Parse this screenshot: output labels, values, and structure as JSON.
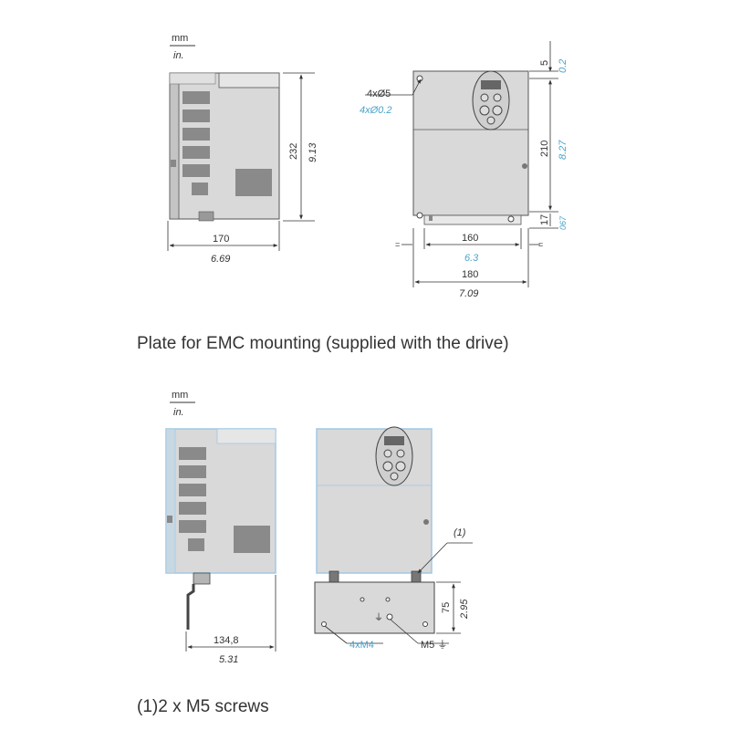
{
  "units": {
    "metric": "mm",
    "imperial": "in."
  },
  "drawing1": {
    "side": {
      "width_mm": "170",
      "width_in": "6.69",
      "height_mm": "232",
      "height_in": "9.13"
    },
    "front": {
      "holes_mm": "4xØ5",
      "holes_in": "4xØ0.2",
      "top_mm": "5",
      "top_in": "0.2",
      "mid_mm": "210",
      "mid_in": "8.27",
      "bot_mm": "17",
      "bot_in": "067",
      "inner_w_mm": "160",
      "inner_w_in": "6.3",
      "outer_w_mm": "180",
      "outer_w_in": "7.09",
      "left_gap": "=",
      "right_gap": "="
    }
  },
  "caption1": "Plate for EMC mounting (supplied with the drive)",
  "drawing2": {
    "side": {
      "width_mm": "134,8",
      "width_in": "5.31"
    },
    "front": {
      "callout": "(1)",
      "height_mm": "75",
      "height_in": "2.95",
      "screws": "4xM4",
      "ground": "M5 ⏚"
    }
  },
  "caption2": "(1)2 x M5 screws",
  "colors": {
    "line": "#333333",
    "body": "#d9d9d9",
    "dark": "#b5b5b5",
    "blue": "#4aa3cc",
    "outline_blue": "#9fc9e6"
  }
}
